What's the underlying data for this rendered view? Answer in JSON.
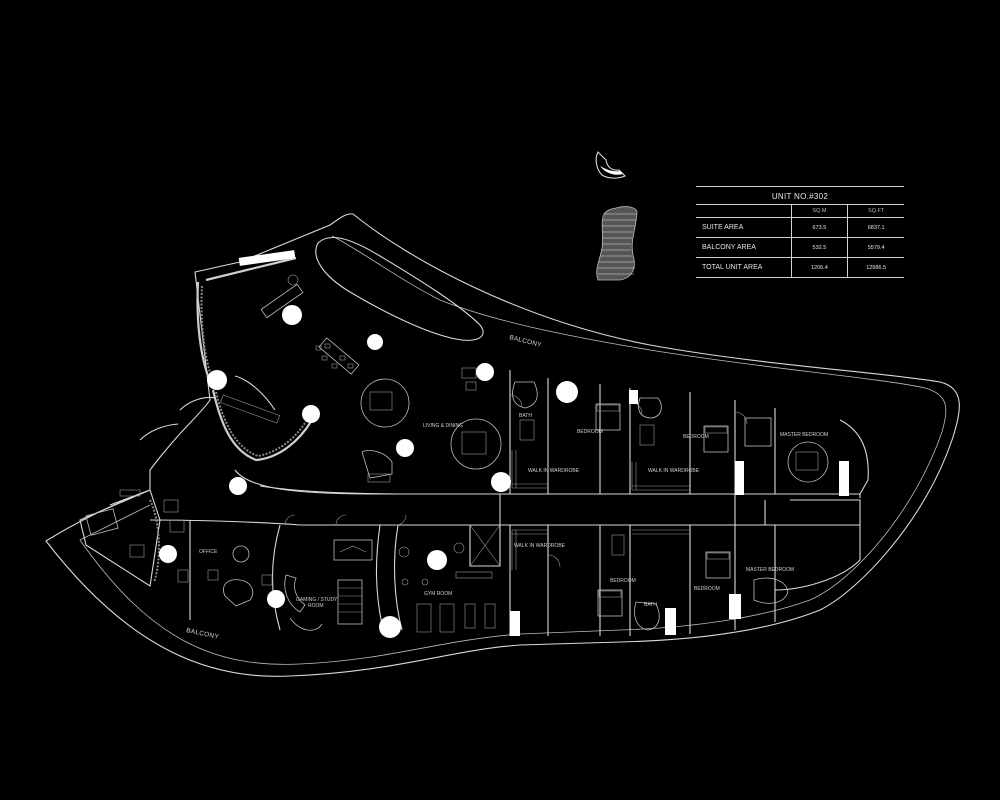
{
  "labels": {
    "balcony_north": "BALCONY",
    "balcony_south": "BALCONY",
    "office": "OFFICE",
    "gym_room": "GYM ROOM",
    "gaming_study_line1": "GAMING / STUDY",
    "gaming_study_line2": "ROOM",
    "living_dining": "LIVING & DINING",
    "bedroom_1": "BEDROOM",
    "bedroom_2": "BEDROOM",
    "bedroom_3": "BEDROOM",
    "bedroom_4": "BEDROOM",
    "master_bedroom_north": "MASTER BEDROOM",
    "master_bedroom_south": "MASTER BEDROOM",
    "bath_1": "BATH",
    "bath_2": "BATH",
    "walk_in_1": "WALK IN WARDROBE",
    "walk_in_2": "WALK IN WARDROBE",
    "walk_in_3": "WALK IN WARDROBE"
  },
  "area_table": {
    "title": "UNIT NO.#302",
    "columns": [
      "",
      "SQ.M",
      "SQ.FT"
    ],
    "rows": [
      {
        "label": "SUITE AREA",
        "sqm": "673.5",
        "sqft": "6837.1"
      },
      {
        "label": "BALCONY AREA",
        "sqm": "532.5",
        "sqft": "5579.4"
      },
      {
        "label": "TOTAL UNIT AREA",
        "sqm": "1206.4",
        "sqft": "12986.5"
      }
    ]
  },
  "colors": {
    "background": "#000000",
    "linework": "#d9d9d9",
    "markers": "#ffffff"
  }
}
